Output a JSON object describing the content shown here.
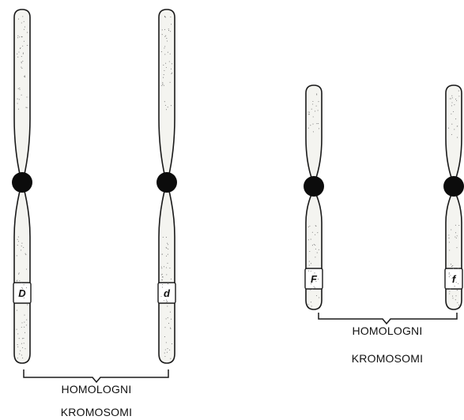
{
  "colors": {
    "outline": "#1a1a1a",
    "chromatid_fill": "#f4f4f0",
    "centromere": "#0c0c0c",
    "background": "#ffffff"
  },
  "pairs": [
    {
      "caption_line1": "HOMOLOGNI",
      "caption_line2": "KROMOSOMI",
      "chromosomes": [
        {
          "gene_label": "D"
        },
        {
          "gene_label": "d"
        }
      ]
    },
    {
      "caption_line1": "HOMOLOGNI",
      "caption_line2": "KROMOSOMI",
      "chromosomes": [
        {
          "gene_label": "F"
        },
        {
          "gene_label": "f"
        }
      ]
    }
  ]
}
